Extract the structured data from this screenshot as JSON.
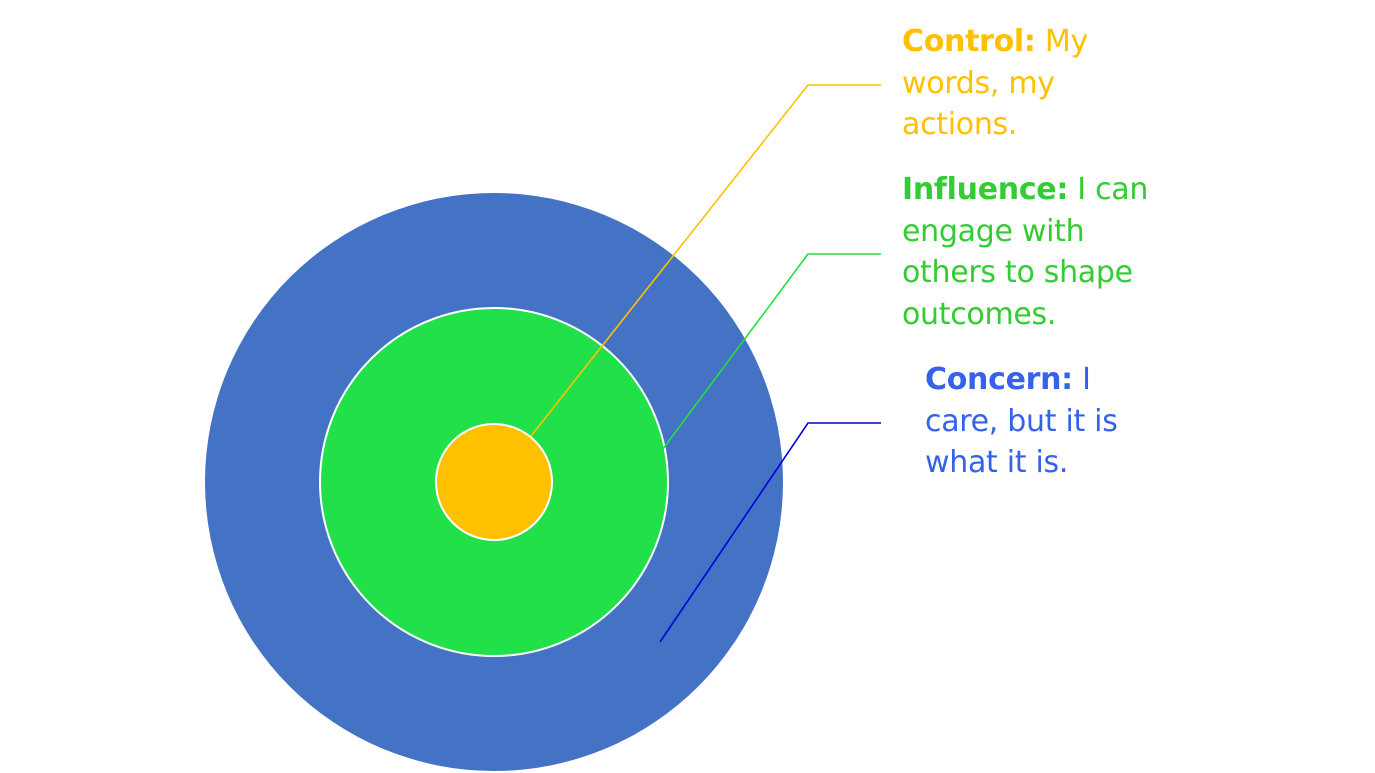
{
  "diagram": {
    "colors": {
      "concern": "#4472C4",
      "influence": "#22E04A",
      "control": "#FFC000",
      "circle_outline": "#FFFFFF",
      "concern_line": "#0000DD",
      "influence_line": "#22E040",
      "control_line": "#FFC000",
      "concern_text": "#3462E8",
      "influence_text": "#33CC33",
      "control_text": "#FFC000"
    },
    "control": {
      "term": "Control:",
      "description": " My words, my actions."
    },
    "influence": {
      "term": "Influence:",
      "description": " I can engage with others to shape outcomes."
    },
    "concern": {
      "term": "Concern:",
      "description": " I care, but it is what it is."
    }
  }
}
